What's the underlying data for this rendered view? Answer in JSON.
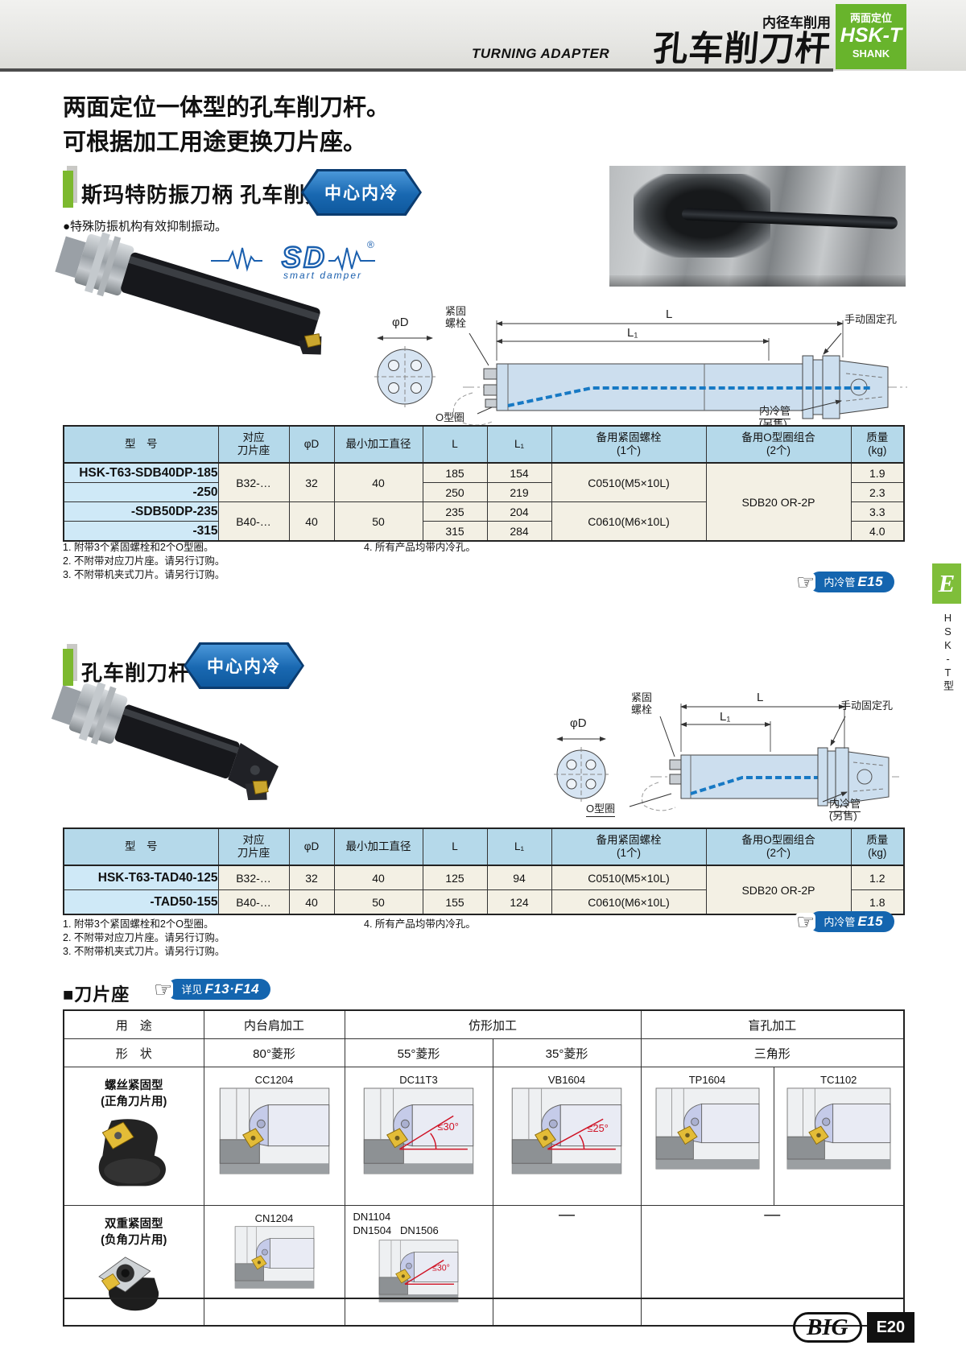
{
  "header": {
    "category": "内径车削用",
    "en": "TURNING ADAPTER",
    "title": "孔车削刀杆",
    "badge": {
      "top": "两面定位",
      "mid": "HSK-T",
      "bot": "SHANK"
    }
  },
  "intro": {
    "line1": "两面定位一体型的孔车削刀杆。",
    "line2": "可根据加工用途更换刀片座。"
  },
  "side_tab": {
    "letter": "E",
    "label": "HSK-T型"
  },
  "sd_logo": {
    "text": "SD",
    "sub": "smart damper",
    "reg": "®"
  },
  "badges": {
    "coolant_label": "中心内冷",
    "pipe_label": "内冷管",
    "pipe_page": "E15",
    "see_label": "详见",
    "see_page": "F13·F14"
  },
  "section1": {
    "title": "斯玛特防振刀柄 孔车削刀杆",
    "bullet": "●特殊防振机构有效抑制振动。"
  },
  "section2": {
    "title": "孔车削刀杆"
  },
  "section3": {
    "title": "■刀片座"
  },
  "diagram": {
    "phi_d": "φD",
    "bolt_l1": "紧固",
    "bolt_l2": "螺栓",
    "dim_l": "L",
    "dim_l1": "L₁",
    "manual_hole": "手动固定孔",
    "o_ring": "O型圈",
    "coolant_l1": "内冷管",
    "coolant_l2": "(另售)"
  },
  "table_cols": {
    "model": "型　号",
    "seat": [
      "对应",
      "刀片座"
    ],
    "phid": "φD",
    "min_dia": "最小加工直径",
    "L": "L",
    "L1": "L₁",
    "bolt": [
      "备用紧固螺栓",
      "(1个)"
    ],
    "oring": [
      "备用O型圈组合",
      "(2个)"
    ],
    "mass": [
      "质量",
      "(kg)"
    ]
  },
  "table1": {
    "rows": [
      {
        "model": "HSK-T63-SDB40DP-185",
        "L": "185",
        "L1": "154",
        "mass": "1.9"
      },
      {
        "model": "-250",
        "L": "250",
        "L1": "219",
        "mass": "2.3"
      },
      {
        "model": "-SDB50DP-235",
        "L": "235",
        "L1": "204",
        "mass": "3.3"
      },
      {
        "model": "-315",
        "L": "315",
        "L1": "284",
        "mass": "4.0"
      }
    ],
    "groups": [
      {
        "seat": "B32-…",
        "phid": "32",
        "min_dia": "40",
        "bolt": "C0510(M5×10L)"
      },
      {
        "seat": "B40-…",
        "phid": "40",
        "min_dia": "50",
        "bolt": "C0610(M6×10L)"
      }
    ],
    "oring": "SDB20 OR-2P"
  },
  "table2": {
    "rows": [
      {
        "model": "HSK-T63-TAD40-125",
        "seat": "B32-…",
        "phid": "32",
        "min_dia": "40",
        "L": "125",
        "L1": "94",
        "bolt": "C0510(M5×10L)",
        "mass": "1.2"
      },
      {
        "model": "-TAD50-155",
        "seat": "B40-…",
        "phid": "40",
        "min_dia": "50",
        "L": "155",
        "L1": "124",
        "bolt": "C0610(M6×10L)",
        "mass": "1.8"
      }
    ],
    "oring": "SDB20 OR-2P"
  },
  "notes": {
    "n1": "1. 附带3个紧固螺栓和2个O型圈。",
    "n2": "2. 不附带对应刀片座。请另行订购。",
    "n3": "3. 不附带机夹式刀片。请另行订购。",
    "n4": "4. 所有产品均带内冷孔。"
  },
  "seat_table": {
    "use_label": "用　途",
    "shape_label": "形　状",
    "uses": [
      "内台肩加工",
      "仿形加工",
      "盲孔加工"
    ],
    "shapes": [
      "80°菱形",
      "55°菱形",
      "35°菱形",
      "三角形"
    ],
    "row_screw": {
      "name": "螺丝紧固型",
      "sub": "(正角刀片用)",
      "models": [
        "CC1204",
        "DC11T3",
        "VB1604",
        "TP1604",
        "TC1102"
      ],
      "angle_dc": "≤30°",
      "angle_vb": "≤25°"
    },
    "row_double": {
      "name": "双重紧固型",
      "sub": "(负角刀片用)",
      "model_cn": "CN1204",
      "dn1": "DN1104",
      "dn2": "DN1504",
      "dn3": "DN1506",
      "angle": "≤30°",
      "dash": "—"
    }
  },
  "footer": {
    "logo": "BIG",
    "page": "E20"
  }
}
